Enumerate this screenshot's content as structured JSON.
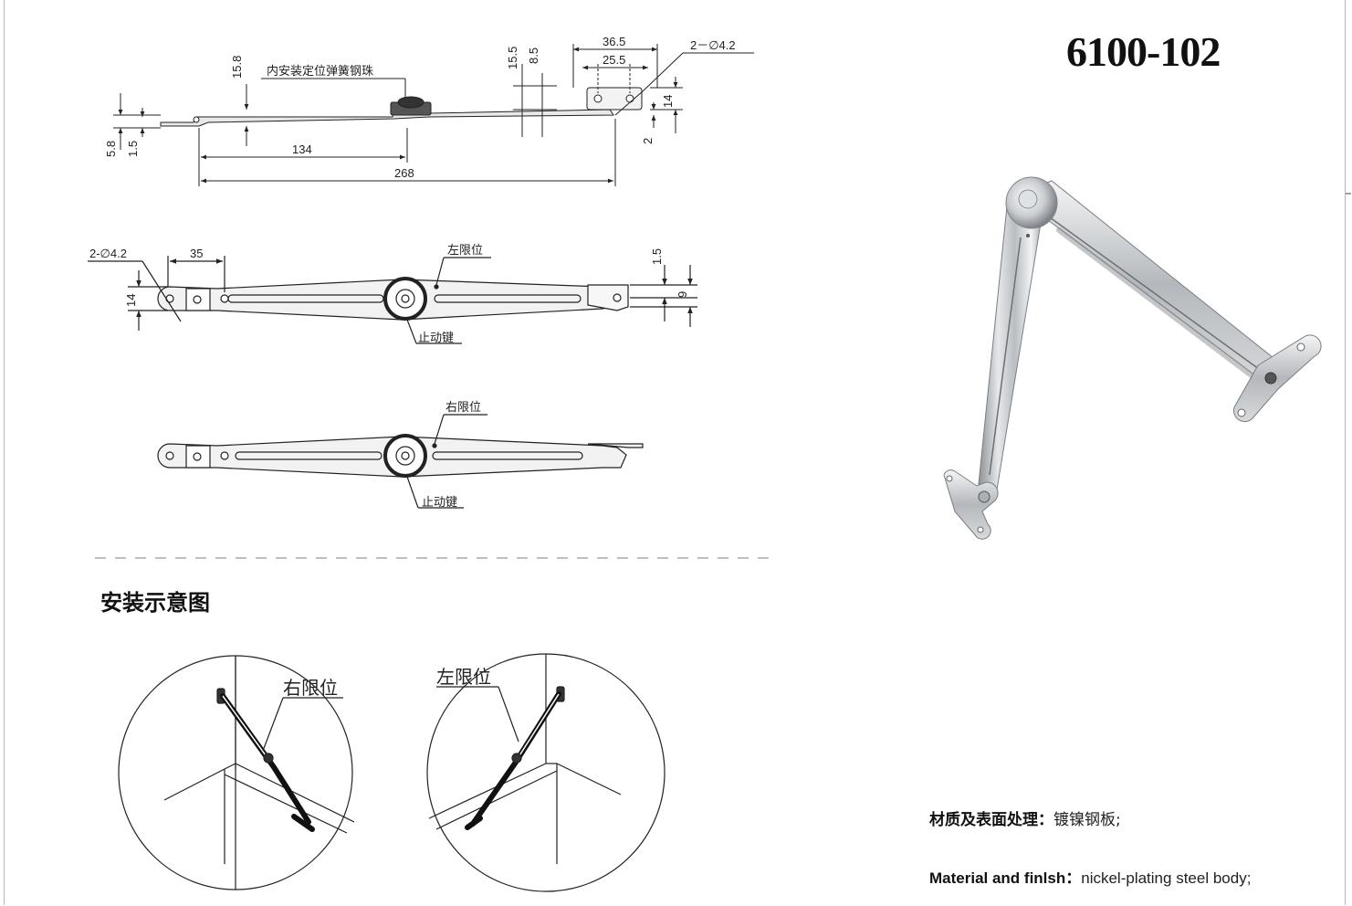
{
  "model_number": "6100-102",
  "section_title": "安装示意图",
  "specs": {
    "cn_label": "材质及表面处理：",
    "cn_value": "镀镍钢板;",
    "en_label": "Material and finlsh：",
    "en_value": "nickel-plating steel body;"
  },
  "side_view": {
    "callout": "内安装定位弹簧钢珠",
    "dims": {
      "d15_8": "15.8",
      "d15_5": "15.5",
      "d8_5": "8.5",
      "d36_5": "36.5",
      "d25_5": "25.5",
      "hole": "2－∅4.2",
      "d14": "14",
      "d2": "2",
      "d5_8": "5.8",
      "d1_5": "1.5",
      "d134": "134",
      "d268": "268"
    }
  },
  "top_view_left": {
    "hole": "2-∅4.2",
    "d35": "35",
    "d14": "14",
    "d1_5": "1.5",
    "d9": "9",
    "limit_label": "左限位",
    "stop_label": "止动键"
  },
  "top_view_right": {
    "limit_label": "右限位",
    "stop_label": "止动键"
  },
  "install": {
    "right_label": "右限位",
    "left_label": "左限位"
  }
}
